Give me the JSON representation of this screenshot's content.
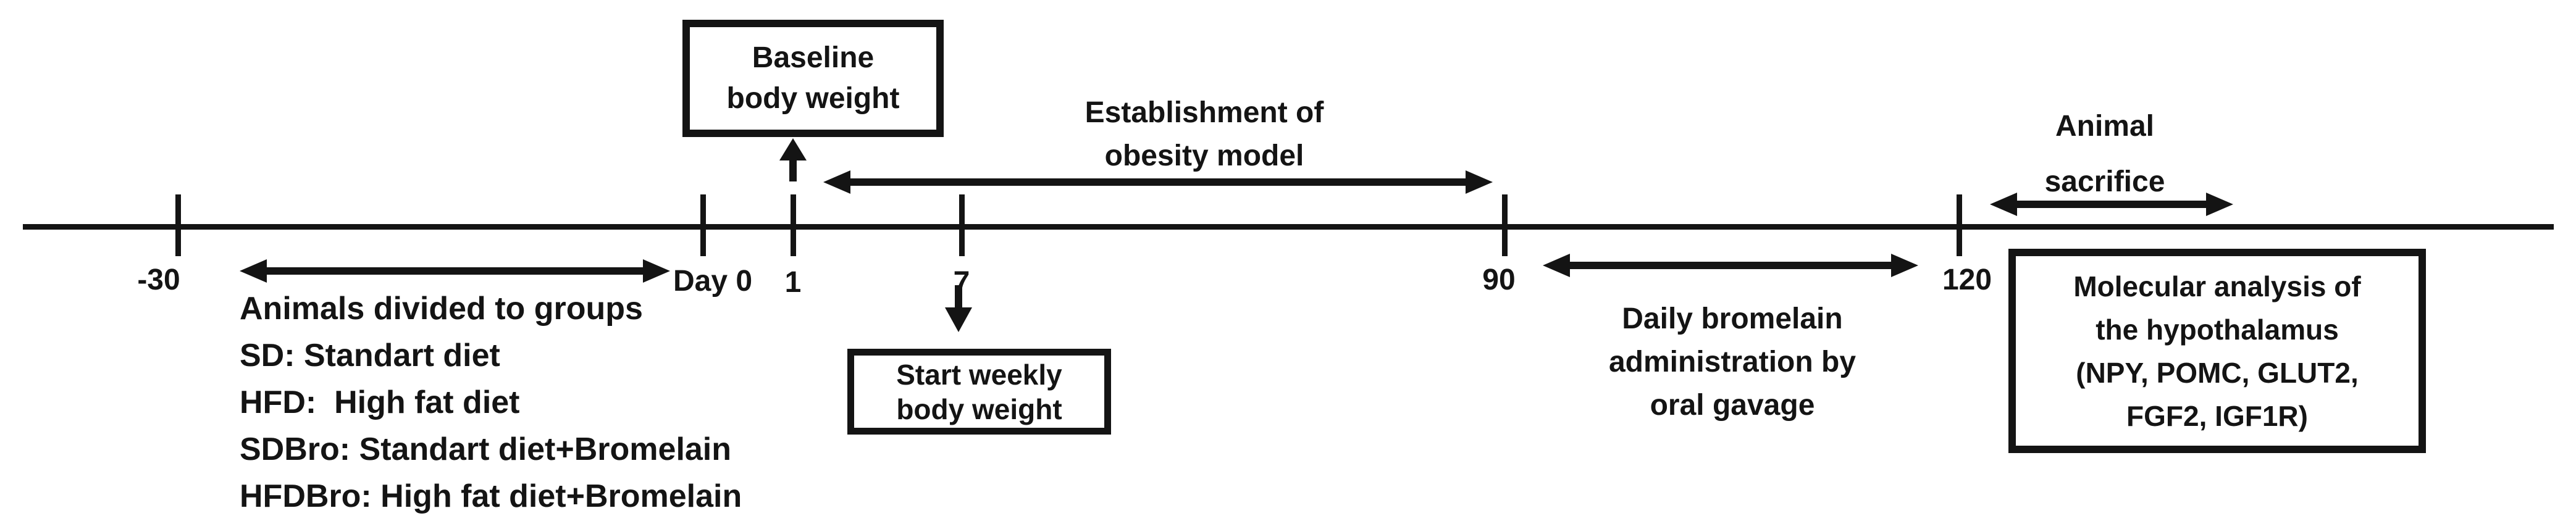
{
  "colors": {
    "ink": "#141414",
    "background": "#ffffff"
  },
  "timeline": {
    "ticks": [
      {
        "label": "-30"
      },
      {
        "label": "Day 0"
      },
      {
        "label": "1"
      },
      {
        "label": "7"
      },
      {
        "label": "90"
      },
      {
        "label": "120"
      }
    ]
  },
  "boxes": {
    "baseline": {
      "line1": "Baseline",
      "line2": "body weight"
    },
    "start_weekly": {
      "line1": "Start weekly",
      "line2": "body weight"
    },
    "molecular": {
      "line1": "Molecular analysis of",
      "line2": "the hypothalamus",
      "line3": "(NPY, POMC, GLUT2,",
      "line4": "FGF2, IGF1R)"
    }
  },
  "annotations": {
    "groups": {
      "heading": "Animals divided to groups",
      "items": [
        "SD: Standart diet",
        "HFD:  High fat diet",
        "SDBro: Standart diet+Bromelain",
        "HFDBro: High fat diet+Bromelain"
      ]
    },
    "establishment": {
      "line1": "Establishment of",
      "line2": "obesity model"
    },
    "bromelain": {
      "line1": "Daily bromelain",
      "line2": "administration by",
      "line3": "oral gavage"
    },
    "sacrifice": {
      "line1": "Animal",
      "line2": "sacrifice"
    }
  }
}
